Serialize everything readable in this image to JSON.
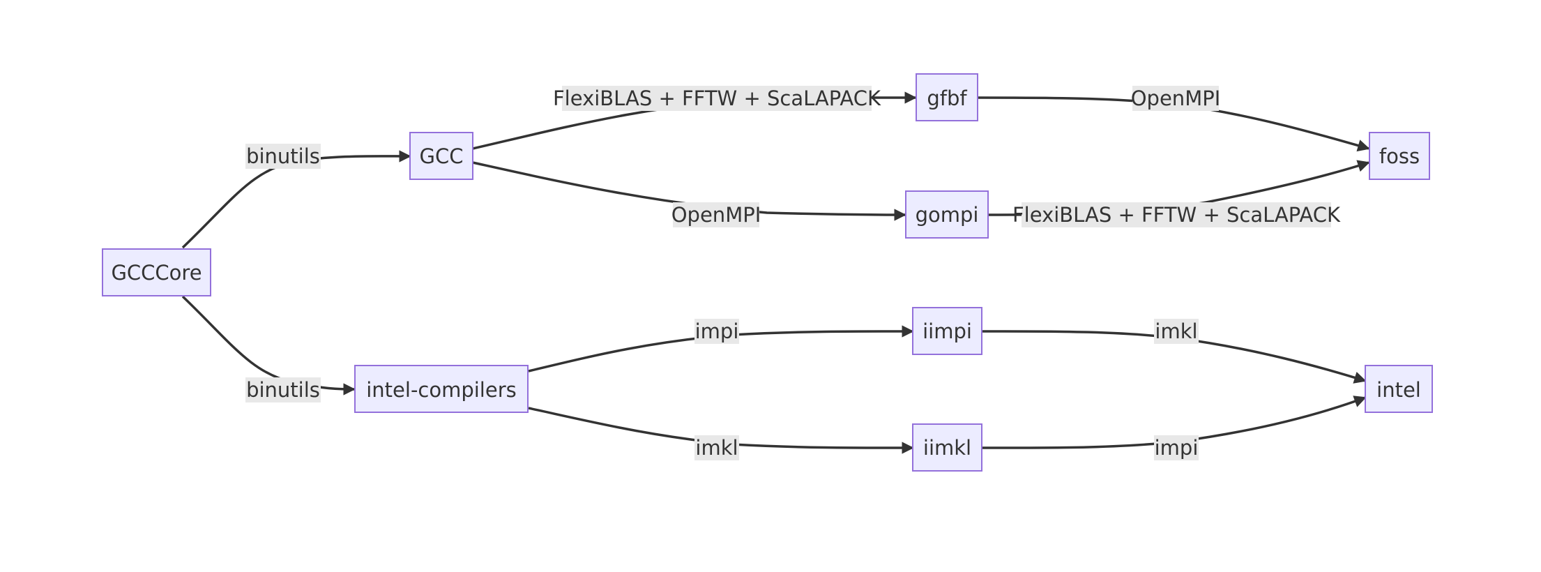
{
  "nodes": {
    "gcccore": "GCCCore",
    "gcc": "GCC",
    "intel_compilers": "intel-compilers",
    "gfbf": "gfbf",
    "gompi": "gompi",
    "iimpi": "iimpi",
    "iimkl": "iimkl",
    "foss": "foss",
    "intel": "intel"
  },
  "edges": [
    {
      "from": "GCCCore",
      "to": "GCC",
      "label": "binutils"
    },
    {
      "from": "GCCCore",
      "to": "intel-compilers",
      "label": "binutils"
    },
    {
      "from": "GCC",
      "to": "gfbf",
      "label": "FlexiBLAS + FFTW + ScaLAPACK"
    },
    {
      "from": "GCC",
      "to": "gompi",
      "label": "OpenMPI"
    },
    {
      "from": "gfbf",
      "to": "foss",
      "label": "OpenMPI"
    },
    {
      "from": "gompi",
      "to": "foss",
      "label": "FlexiBLAS + FFTW + ScaLAPACK"
    },
    {
      "from": "intel-compilers",
      "to": "iimpi",
      "label": "impi"
    },
    {
      "from": "intel-compilers",
      "to": "iimkl",
      "label": "imkl"
    },
    {
      "from": "iimpi",
      "to": "intel",
      "label": "imkl"
    },
    {
      "from": "iimkl",
      "to": "intel",
      "label": "impi"
    }
  ],
  "colors": {
    "node_fill": "#ECECFF",
    "node_border": "#9370DB",
    "edge": "#333333",
    "label_bg": "#e8e8e8"
  }
}
